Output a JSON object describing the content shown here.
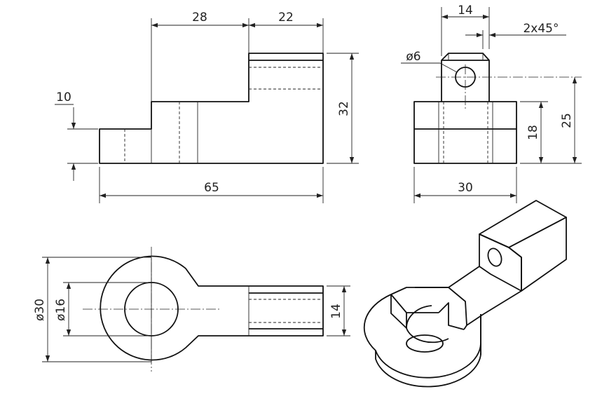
{
  "colors": {
    "line": "#111111",
    "background": "#ffffff"
  },
  "views": {
    "front": {
      "dims": {
        "width_28": "28",
        "width_22": "22",
        "height_10": "10",
        "height_32": "32",
        "length_65": "65"
      }
    },
    "side": {
      "dims": {
        "width_14": "14",
        "chamfer": "2x45°",
        "hole": "ø6",
        "height_18": "18",
        "height_25": "25",
        "width_30": "30"
      }
    },
    "top": {
      "dims": {
        "dia_30": "ø30",
        "dia_16": "ø16",
        "width_14": "14"
      }
    },
    "isometric": {}
  }
}
